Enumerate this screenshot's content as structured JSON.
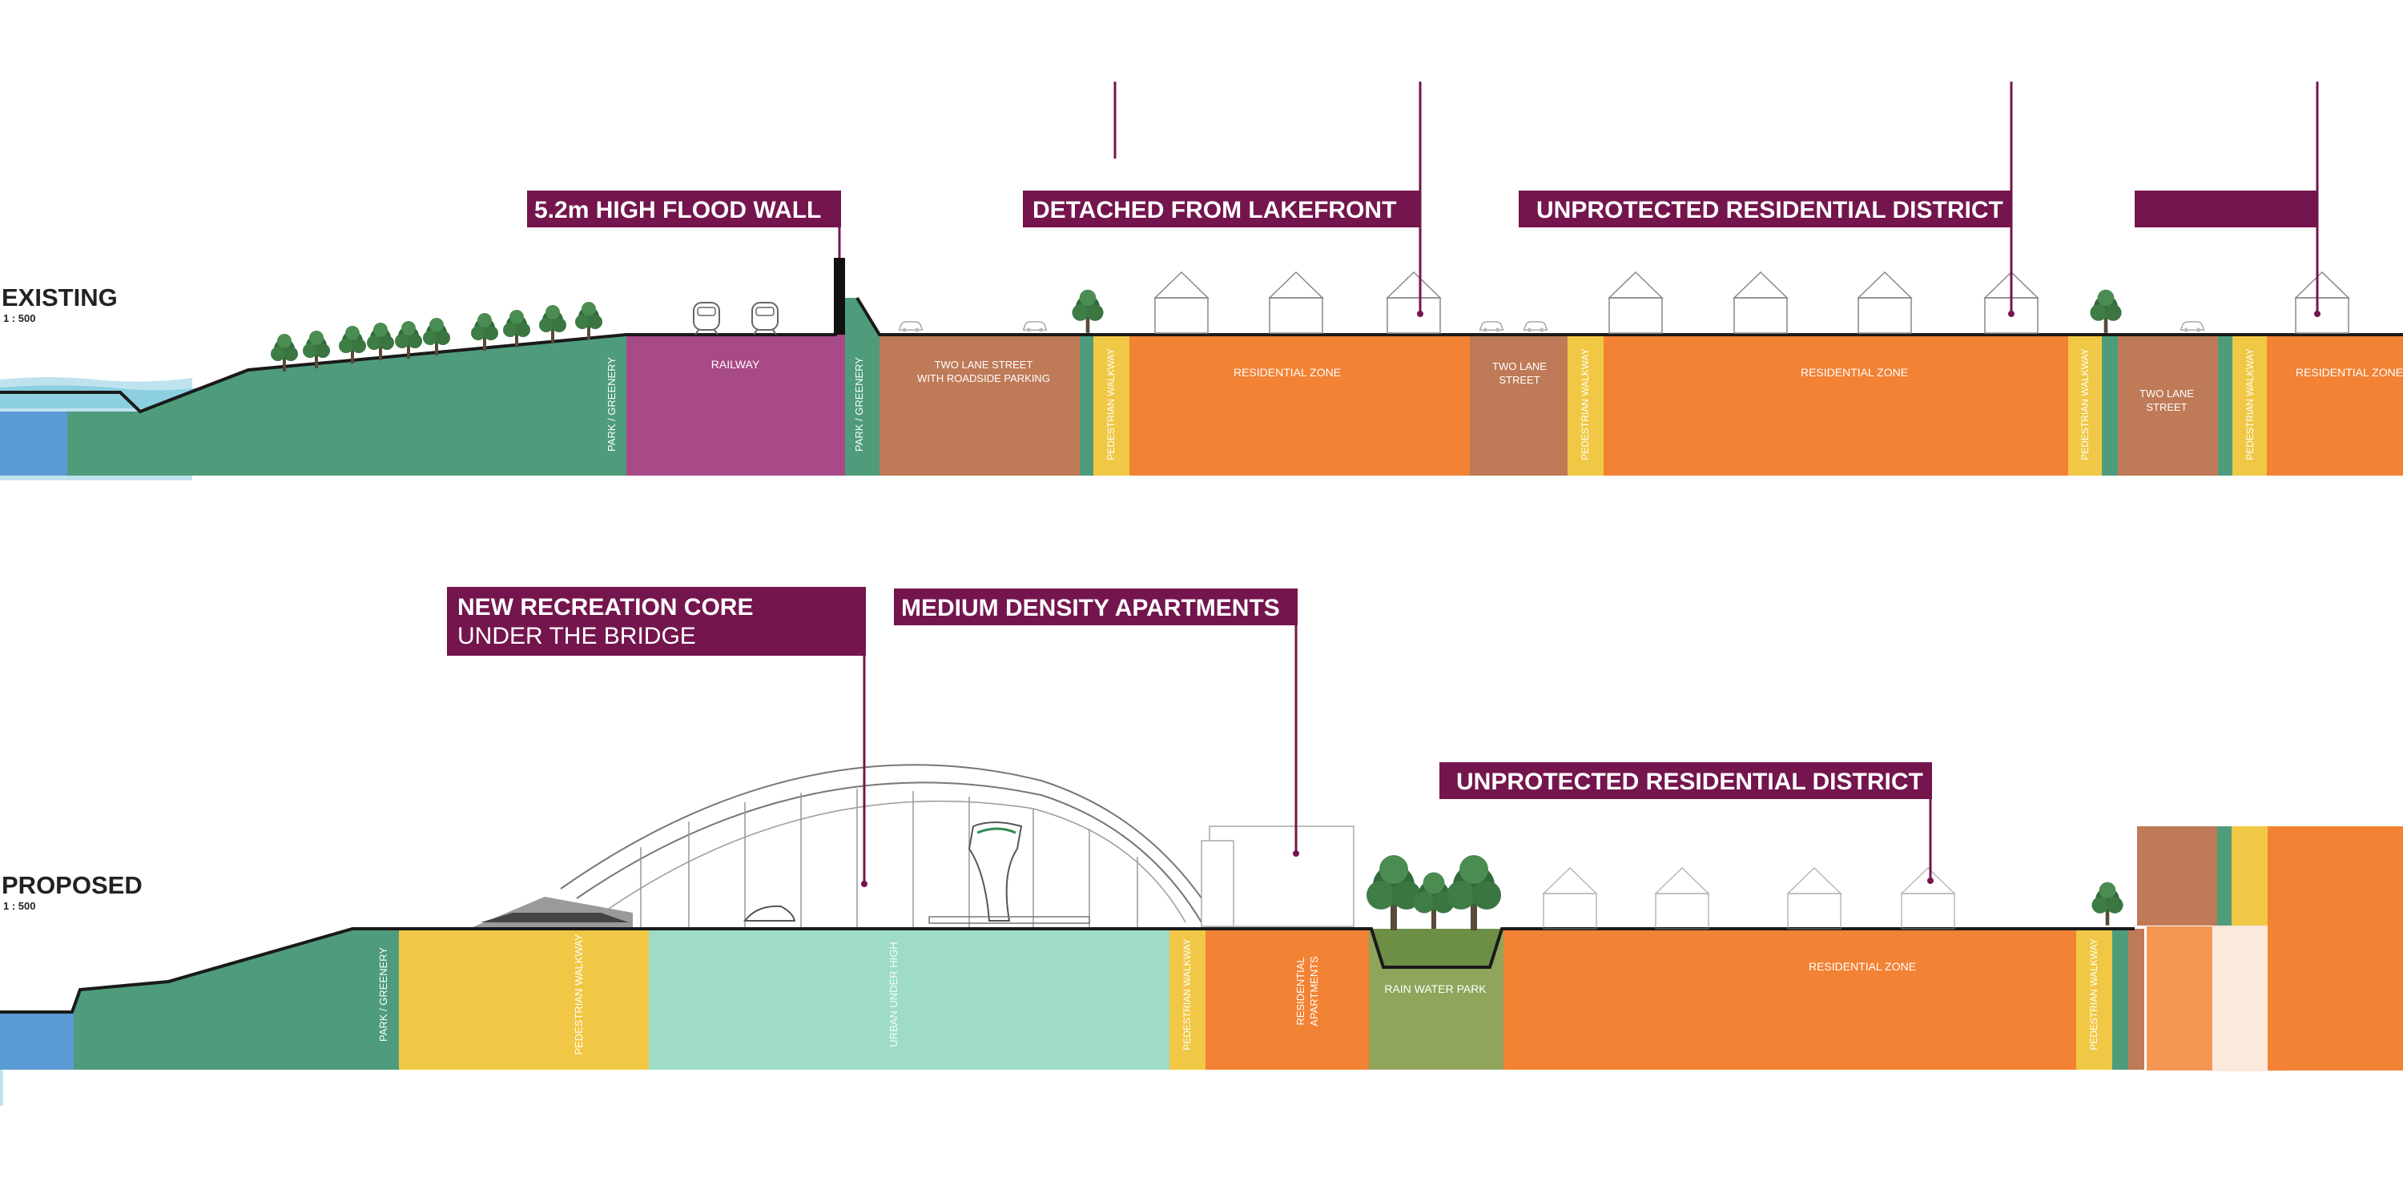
{
  "colors": {
    "water": "#5b9bd5",
    "park": "#4e9c7b",
    "railway": "#a84a86",
    "street": "#bf7a57",
    "pedestrian": "#f0c845",
    "residential": "#f28234",
    "urban": "#9fdcc8",
    "rainpark": "#8fa55b",
    "callout": "#74154d",
    "ground": "#1a1a1a"
  },
  "existing": {
    "title": "EXISTING",
    "scale": "1 : 500",
    "callouts": {
      "flood_wall": "5.2m HIGH FLOOD WALL",
      "detached": "DETACHED FROM LAKEFRONT",
      "unprotected": "UNPROTECTED RESIDENTIAL DISTRICT"
    },
    "zones": {
      "park1": "PARK / GREENERY",
      "railway": "RAILWAY",
      "park2": "PARK / GREENERY",
      "street1_line1": "TWO LANE STREET",
      "street1_line2": "WITH ROADSIDE PARKING",
      "ped1": "PEDESTRIAN WALKWAY",
      "res1": "RESIDENTIAL ZONE",
      "street2_line1": "TWO LANE",
      "street2_line2": "STREET",
      "ped2": "PEDESTRIAN WALKWAY",
      "res2": "RESIDENTIAL ZONE",
      "ped3": "PEDESTRIAN WALKWAY",
      "street3_line1": "TWO LANE",
      "street3_line2": "STREET",
      "ped4": "PEDESTRIAN WALKWAY",
      "res3": "RESIDENTIAL ZONE"
    }
  },
  "proposed": {
    "title": "PROPOSED",
    "scale": "1 : 500",
    "callouts": {
      "recreation_line1": "NEW RECREATION CORE",
      "recreation_line2": "UNDER THE BRIDGE",
      "apartments": "MEDIUM DENSITY APARTMENTS",
      "unprotected": "UNPROTECTED RESIDENTIAL DISTRICT"
    },
    "zones": {
      "park": "PARK / GREENERY",
      "ped1": "PEDESTRIAN WALKWAY",
      "urban": "URBAN UNDER HIGH",
      "ped2": "PEDESTRIAN WALKWAY",
      "apartments_line1": "RESIDENTIAL",
      "apartments_line2": "APARTMENTS",
      "rainpark": "RAIN WATER PARK",
      "res": "RESIDENTIAL ZONE",
      "ped3": "PEDESTRIAN WALKWAY"
    }
  }
}
